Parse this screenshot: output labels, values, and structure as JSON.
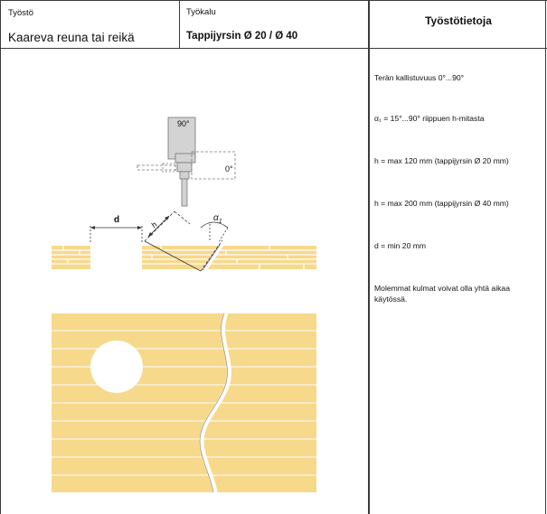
{
  "header": {
    "work_label": "Työstö",
    "work_value": "Kaareva reuna tai reikä",
    "tool_label": "Työkalu",
    "tool_value": "Tappijyrsin Ø 20 / Ø 40",
    "info_title": "Työstötietoja"
  },
  "diagram": {
    "angle_top": "90°",
    "angle_side": "0°",
    "dim_d": "d",
    "dim_h": "h",
    "dim_alpha": "α",
    "dim_alpha_sub": "1"
  },
  "notes": [
    "Terän kallistuvuus 0°...90°",
    "α₁ = 15°...90° riippuen h-mitasta",
    "h = max 120 mm (tappijyrsin Ø 20 mm)",
    "h = max 200 mm (tappijyrsin Ø 40 mm)",
    "d = min 20 mm",
    "Molemmat kulmat voivat olla yhtä aikaa käytössä."
  ],
  "colors": {
    "wood": "#f7d98c",
    "wood_line": "#ffffff",
    "tool": "#d3d3d3",
    "border": "#3a3a3a"
  }
}
